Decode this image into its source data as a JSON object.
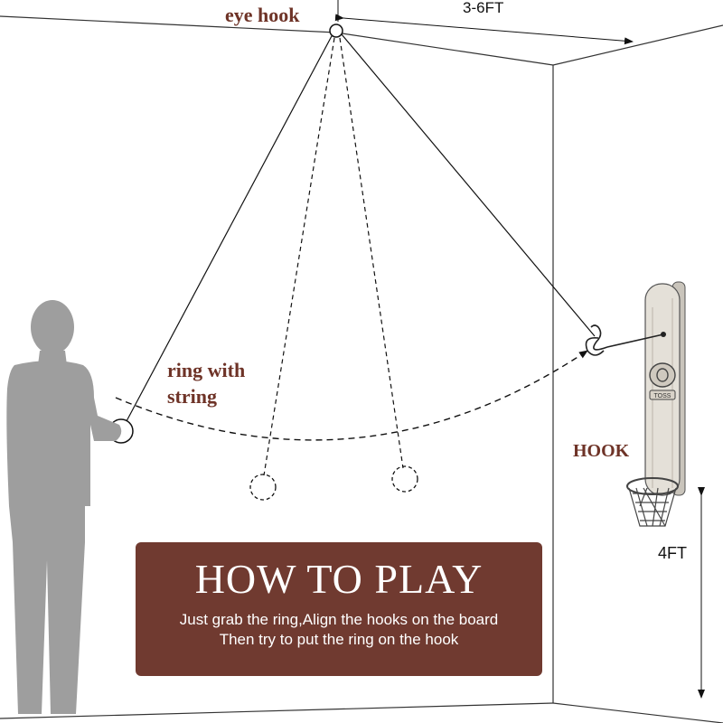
{
  "labels": {
    "eye_hook": "eye hook",
    "ceiling_distance": "3-6FT",
    "ring_with_string_line1": "ring with",
    "ring_with_string_line2": "string",
    "hook": "HOOK",
    "hook_height": "4FT"
  },
  "instructions": {
    "title": "HOW TO PLAY",
    "line1": "Just grab the ring,Align the hooks on the board",
    "line2": "Then try to put the ring on the hook"
  },
  "board_badge": "TOSS",
  "colors": {
    "label_brown": "#6e3327",
    "panel_brown": "#703a30",
    "silhouette_gray": "#9e9e9e",
    "board_wood": "#e4e0d8",
    "line_black": "#111111"
  },
  "icons": [
    "person-silhouette-icon",
    "eye-hook-icon",
    "ring-icon",
    "hook-icon",
    "basketball-hoop-icon"
  ]
}
